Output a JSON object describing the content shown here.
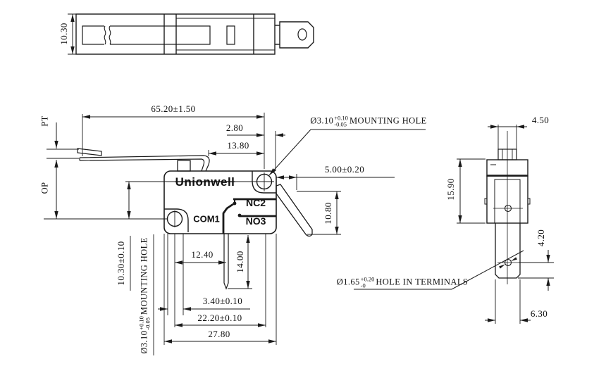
{
  "drawing": {
    "line_color": "#1a1a1a",
    "background": "#ffffff",
    "top_view": {
      "width": "10.30"
    },
    "front_view": {
      "brand": "Unionwell",
      "lever_length": "65.20±1.50",
      "hole_to_edge": "2.80",
      "hole_to_hinge": "13.80",
      "mounting_hole": {
        "prefix": "Ø3.10",
        "upper": "+0.10",
        "lower": "-0.05",
        "label": "MOUNTING HOLE"
      },
      "terminal_offset": "5.00±0.20",
      "terminal_drop": "10.80",
      "pt": "PT",
      "op": "OP",
      "com": "COM1",
      "nc": "NC2",
      "no": "NO3",
      "hole_rise": "10.30±0.10",
      "com_pin_offset": "12.40",
      "pin_length": "14.00",
      "edge_to_com": "3.40±0.10",
      "hole_spacing": "22.20±0.10",
      "body_length": "27.80"
    },
    "side_view": {
      "button_width": "4.50",
      "body_height": "15.90",
      "hole_to_tip": "4.20",
      "terminal_width": "6.30",
      "terminal_hole": {
        "prefix": "Ø1.65",
        "upper": "+0.20",
        "lower": "-0",
        "label": "HOLE IN TERMINALS"
      }
    }
  }
}
